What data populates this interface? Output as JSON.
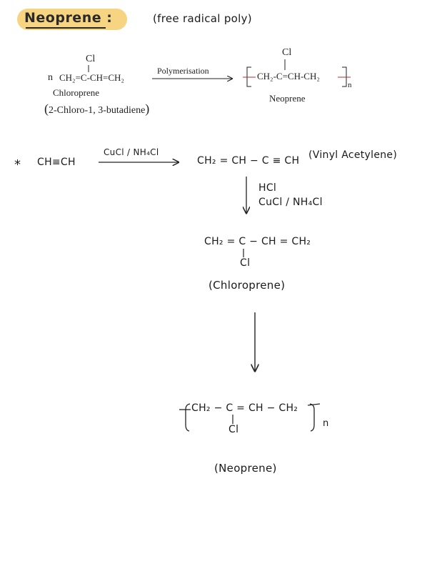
{
  "header": {
    "title": "Neoprene :",
    "subtitle": "(free radical poly)"
  },
  "printed_reaction": {
    "coefficient": "n",
    "monomer_cl": "Cl",
    "monomer_formula": "CH₂=C-CH=CH₂",
    "monomer_name": "Chloroprene",
    "monomer_iupac": "2-Chloro-1, 3-butadiene",
    "arrow_label": "Polymerisation",
    "polymer_cl": "Cl",
    "polymer_formula": "CH₂-C=CH-CH₂",
    "polymer_subscript": "n",
    "polymer_name": "Neoprene"
  },
  "handwritten_scheme": {
    "bullet": "*",
    "start_material": "CH≡CH",
    "step1_reagent": "CuCl / NH₄Cl",
    "intermediate_formula": "CH₂ = CH − C ≡ CH",
    "intermediate_name": "(Vinyl Acetylene)",
    "step2_reagent_1": "HCl",
    "step2_reagent_2": "CuCl / NH₄Cl",
    "chloroprene_formula": "CH₂ = C − CH = CH₂",
    "chloroprene_cl": "Cl",
    "chloroprene_name": "(Chloroprene)",
    "polymer_formula": "CH₂ − C = CH − CH₂",
    "polymer_cl": "Cl",
    "polymer_subscript": "n",
    "polymer_name": "(Neoprene)"
  }
}
